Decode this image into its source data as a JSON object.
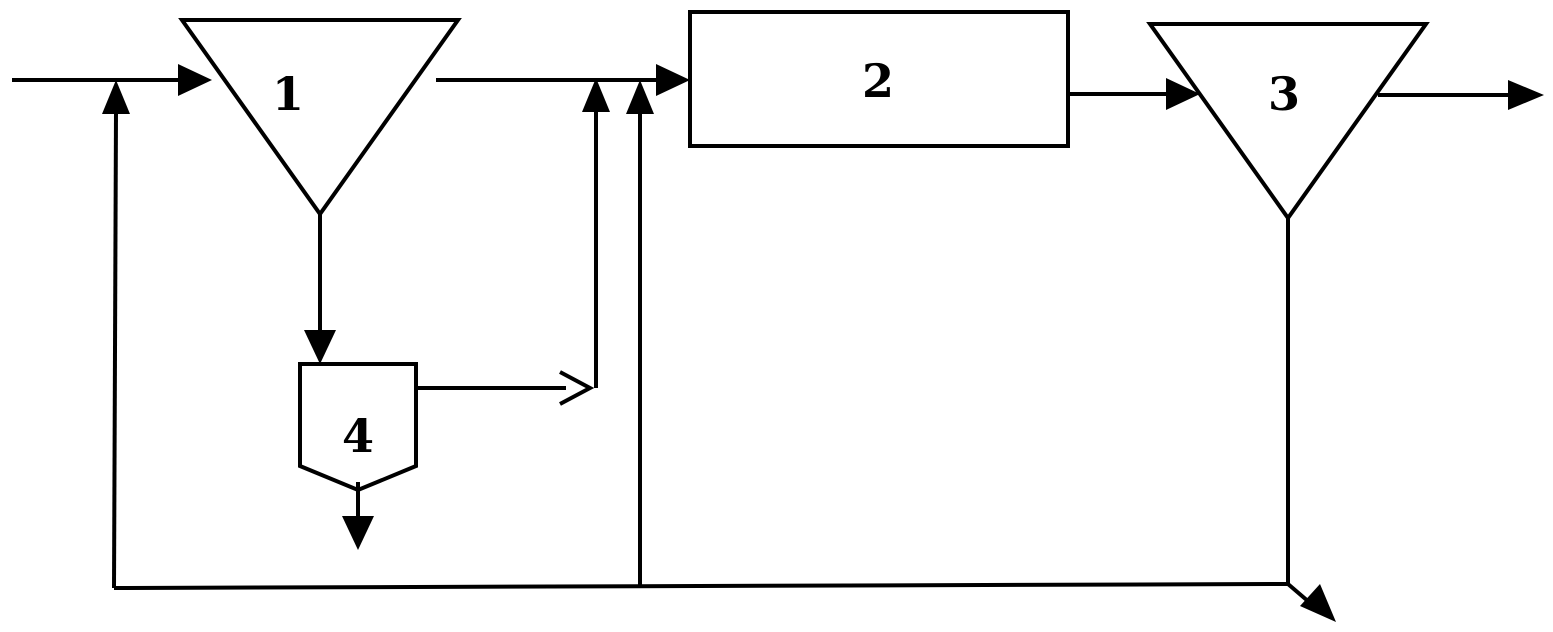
{
  "units": [
    {
      "id": "unit-1",
      "label": "1",
      "shape": "inverted-triangle"
    },
    {
      "id": "unit-2",
      "label": "2",
      "shape": "rectangle"
    },
    {
      "id": "unit-3",
      "label": "3",
      "shape": "inverted-triangle"
    },
    {
      "id": "unit-4",
      "label": "4",
      "shape": "pentagon-hopper"
    }
  ],
  "connections": [
    {
      "from": "feed",
      "to": "unit-1"
    },
    {
      "from": "unit-1",
      "to": "unit-2"
    },
    {
      "from": "unit-1",
      "to": "unit-4"
    },
    {
      "from": "unit-4",
      "to": "unit-2"
    },
    {
      "from": "unit-4",
      "to": "discharge"
    },
    {
      "from": "unit-2",
      "to": "unit-3"
    },
    {
      "from": "unit-3",
      "to": "product"
    },
    {
      "from": "unit-3",
      "to": "unit-1"
    },
    {
      "from": "unit-3",
      "to": "unit-2"
    },
    {
      "from": "unit-3",
      "to": "discharge"
    }
  ],
  "colors": {
    "stroke": "#000000",
    "background": "#ffffff"
  }
}
